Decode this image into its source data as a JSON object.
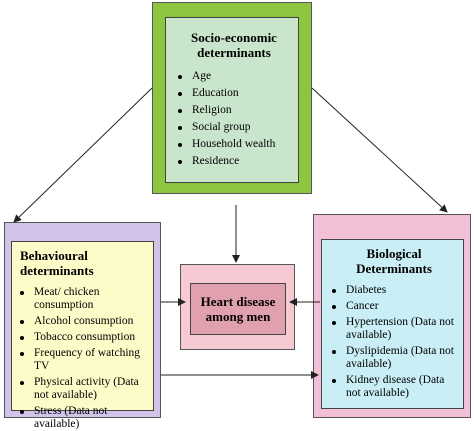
{
  "socio": {
    "title": "Socio-economic determinants",
    "items": [
      "Age",
      "Education",
      "Religion",
      "Social group",
      "Household wealth",
      "Residence"
    ]
  },
  "behavioural": {
    "title": "Behavioural determinants",
    "items": [
      "Meat/ chicken consumption",
      "Alcohol consumption",
      "Tobacco consumption",
      "Frequency of watching TV",
      "Physical activity (Data not available)",
      "Stress (Data not available)"
    ]
  },
  "center": {
    "title": "Heart disease among men"
  },
  "biological": {
    "title": "Biological Determinants",
    "items": [
      "Diabetes",
      "Cancer",
      "Hypertension (Data not available)",
      "Dyslipidemia (Data not available)",
      "Kidney disease (Data not available)"
    ]
  },
  "colors": {
    "socio_outer": "#8cc63f",
    "socio_inner": "#c9e6cc",
    "beh_outer": "#d2c3e8",
    "beh_inner": "#fdfbc8",
    "center_outer": "#f7c9d2",
    "center_inner": "#e0a0ad",
    "bio_outer": "#f1bfd6",
    "bio_inner": "#c9eef5"
  }
}
